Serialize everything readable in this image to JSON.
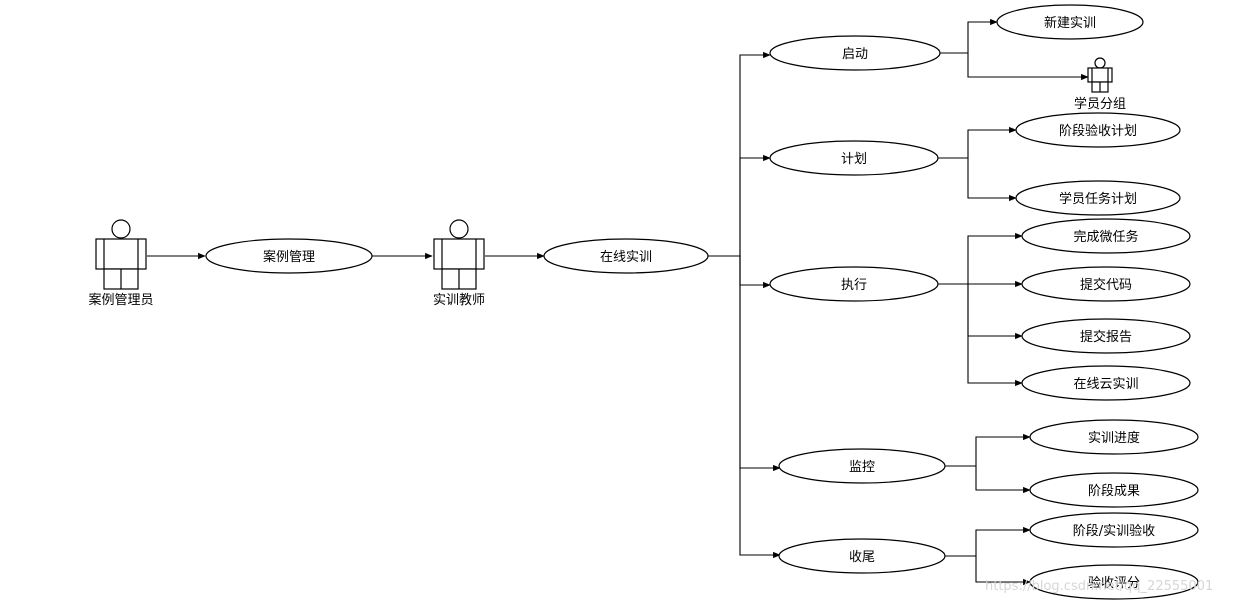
{
  "actors": [
    {
      "id": "admin",
      "label": "案例管理员",
      "icon": "person-icon"
    },
    {
      "id": "teacher",
      "label": "实训教师",
      "icon": "person-icon"
    },
    {
      "id": "students",
      "label": "学员分组",
      "icon": "person-icon"
    }
  ],
  "use_cases": {
    "case_mgmt": "案例管理",
    "online": "在线实训",
    "start": "启动",
    "plan": "计划",
    "execute": "执行",
    "monitor": "监控",
    "close": "收尾",
    "new_training": "新建实训",
    "stage_accept_plan": "阶段验收计划",
    "student_task_plan": "学员任务计划",
    "micro_task": "完成微任务",
    "submit_code": "提交代码",
    "submit_report": "提交报告",
    "cloud_training": "在线云实训",
    "progress": "实训进度",
    "stage_result": "阶段成果",
    "stage_accept": "阶段/实训验收",
    "accept_score": "验收评分"
  },
  "watermark": "https://blog.csdn.net/qq_22555001",
  "colors": {
    "line": "#000000",
    "fill": "#ffffff",
    "watermark": "#d6d6d6"
  }
}
